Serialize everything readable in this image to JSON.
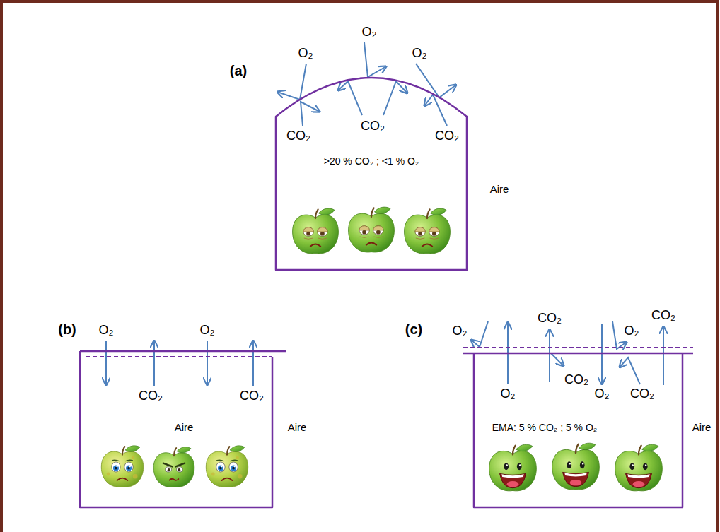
{
  "diagram": {
    "nodes": [
      {
        "text": [
          "(a)",
          ">20 % CO₂ ; <1 % O₂"
        ]
      },
      {
        "text": [
          "(b)",
          "Aire"
        ]
      },
      {
        "text": [
          "(c)",
          "EMA: 5 % CO₂ ; 5 % O₂"
        ]
      }
    ],
    "labels": [
      "O₂",
      "O₂",
      "O₂",
      "CO₂",
      "CO₂",
      "CO₂",
      "Aire",
      "O₂",
      "O₂",
      "CO₂",
      "CO₂",
      "Aire",
      "O₂",
      "CO₂",
      "O₂",
      "CO₂",
      "O₂",
      "CO₂",
      "O₂",
      "CO₂",
      "Aire"
    ]
  }
}
